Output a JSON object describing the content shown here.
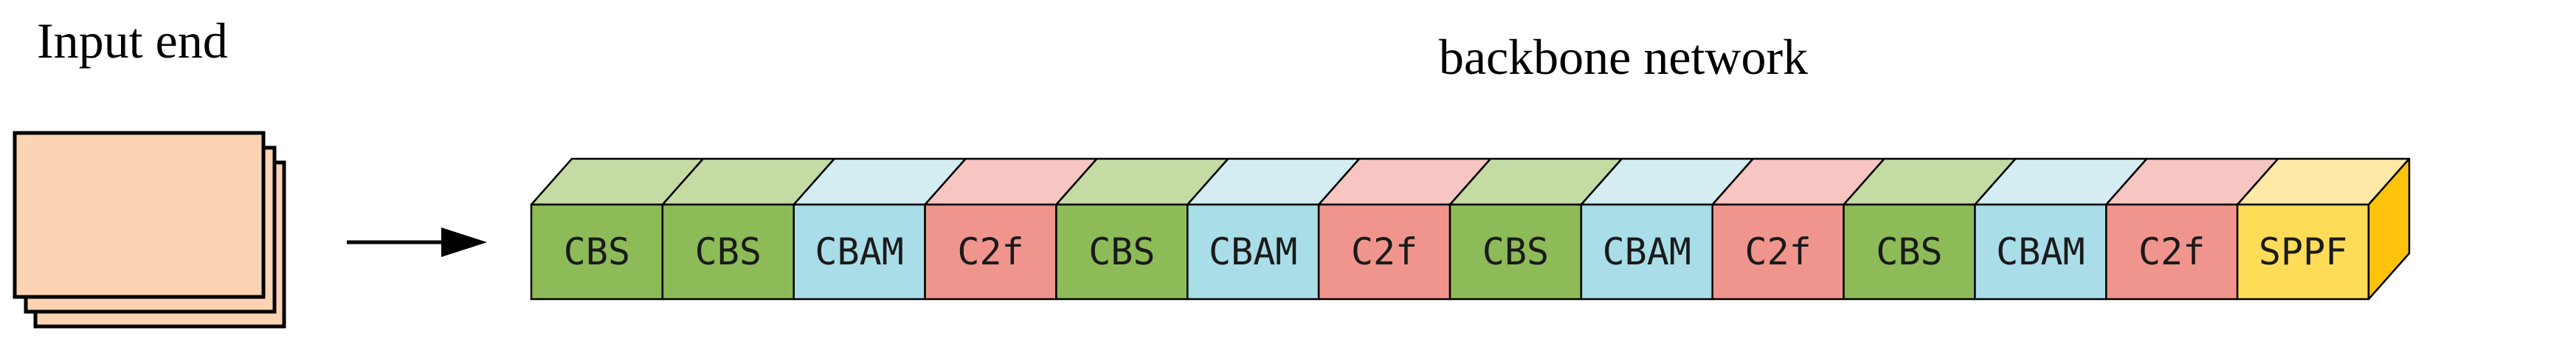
{
  "labels": {
    "input_title": "Input end",
    "backbone_title": "backbone network"
  },
  "colors": {
    "CBS": {
      "front": "#8dbb58",
      "top": "#c4dba3"
    },
    "CBAM": {
      "front": "#a9dde8",
      "top": "#d4edf3"
    },
    "C2f": {
      "front": "#f0958e",
      "top": "#f7c5c2"
    },
    "SPPF": {
      "front": "#fedc58",
      "top": "#feeaa6",
      "side": "#fcc30a"
    },
    "input_frame": "#fdd4b3"
  },
  "backbone": {
    "blocks": [
      {
        "label": "CBS",
        "kind": "CBS"
      },
      {
        "label": "CBS",
        "kind": "CBS"
      },
      {
        "label": "CBAM",
        "kind": "CBAM"
      },
      {
        "label": "C2f",
        "kind": "C2f"
      },
      {
        "label": "CBS",
        "kind": "CBS"
      },
      {
        "label": "CBAM",
        "kind": "CBAM"
      },
      {
        "label": "C2f",
        "kind": "C2f"
      },
      {
        "label": "CBS",
        "kind": "CBS"
      },
      {
        "label": "CBAM",
        "kind": "CBAM"
      },
      {
        "label": "C2f",
        "kind": "C2f"
      },
      {
        "label": "CBS",
        "kind": "CBS"
      },
      {
        "label": "CBAM",
        "kind": "CBAM"
      },
      {
        "label": "C2f",
        "kind": "C2f"
      },
      {
        "label": "SPPF",
        "kind": "SPPF"
      }
    ]
  }
}
